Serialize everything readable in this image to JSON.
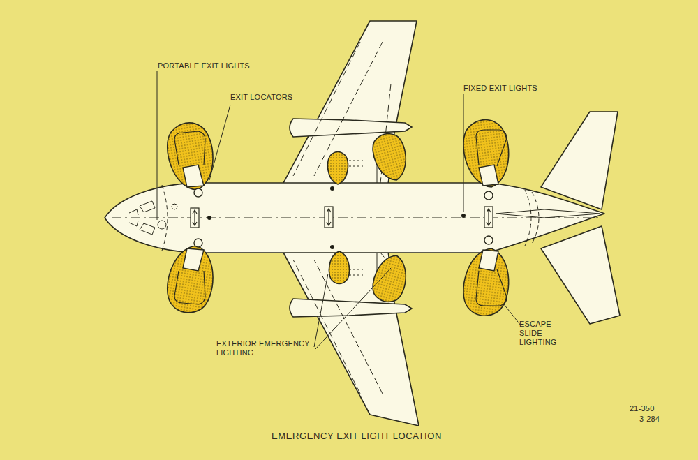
{
  "diagram": {
    "caption": "EMERGENCY EXIT LIGHT LOCATION",
    "labels": [
      "PORTABLE EXIT LIGHTS",
      "EXIT LOCATORS",
      "FIXED EXIT LIGHTS",
      "EXTERIOR EMERGENCY LIGHTING",
      "ESCAPE SLIDE LIGHTING",
      "21-350",
      "3-284"
    ]
  }
}
